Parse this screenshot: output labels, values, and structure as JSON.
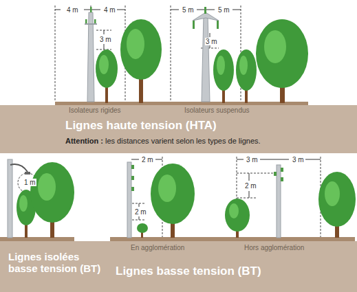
{
  "diagram": {
    "nodes": [
      {
        "text": [
          "Isolateurs rigides",
          "Isolateurs suspendus",
          "Lignes haute tension (HTA)",
          "Attention :",
          "les distances varient selon les types de lignes."
        ]
      },
      {
        "text": [
          "Lignes isolées basse tension (BT)",
          "En agglomération",
          "Hors agglomération",
          "Lignes basse tension (BT)"
        ]
      }
    ],
    "labels": [
      "4 m",
      "4 m",
      "3 m",
      "5 m",
      "5 m",
      "3 m",
      "1 m",
      "2 m",
      "2 m",
      "3 m",
      "2 m",
      "3 m"
    ]
  }
}
